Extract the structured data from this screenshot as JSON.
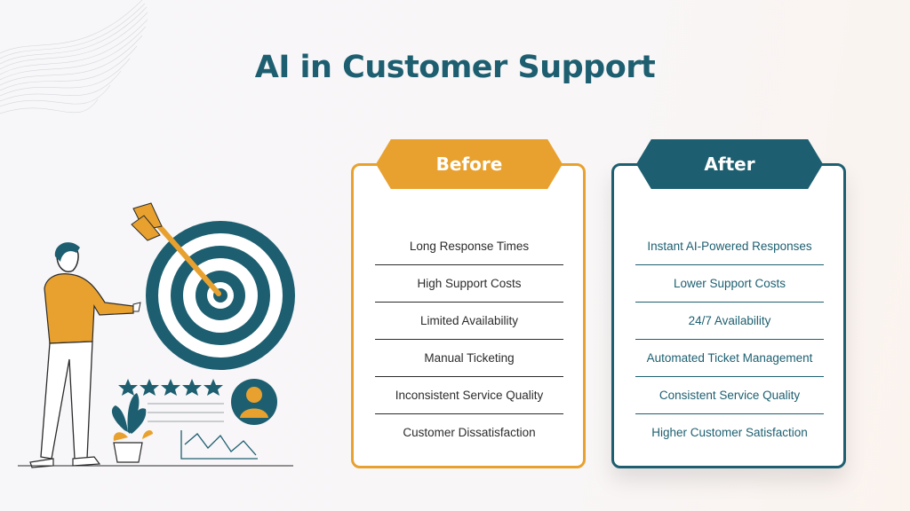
{
  "title": "AI in Customer Support",
  "before": {
    "label": "Before",
    "items": [
      "Long Response Times",
      "High Support Costs",
      "Limited Availability",
      "Manual Ticketing",
      "Inconsistent Service Quality",
      "Customer Dissatisfaction"
    ]
  },
  "after": {
    "label": "After",
    "items": [
      "Instant AI-Powered Responses",
      "Lower Support Costs",
      "24/7 Availability",
      "Automated Ticket Management",
      "Consistent Service Quality",
      "Higher Customer Satisfaction"
    ]
  },
  "illustration": {
    "icons": [
      "target-icon",
      "arrow-icon",
      "person-figure",
      "star-rating-icon",
      "user-avatar-icon",
      "plant-icon",
      "line-chart-icon"
    ],
    "rating_stars": 5
  },
  "colors": {
    "primary": "#1d5f70",
    "accent": "#e8a12e",
    "text": "#2c2c2c"
  }
}
